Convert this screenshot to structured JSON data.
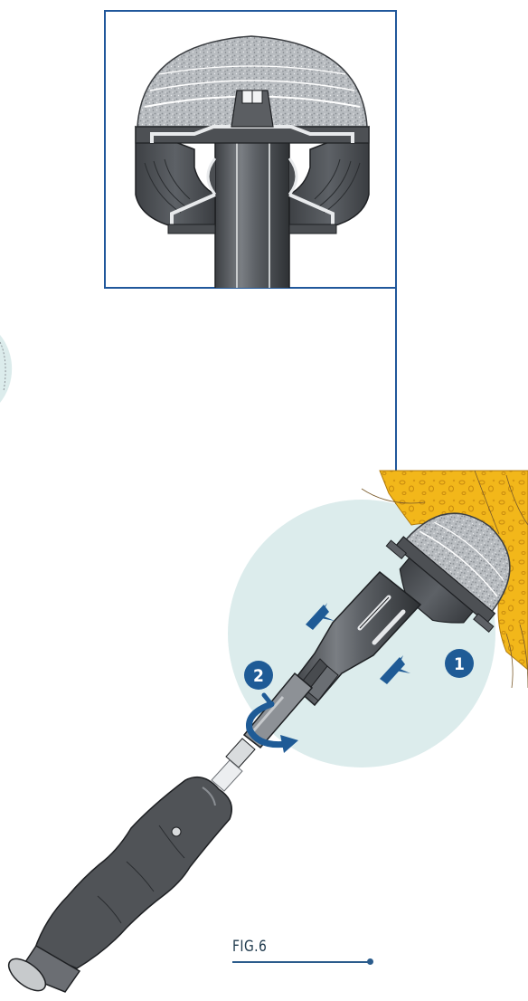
{
  "figure": {
    "label": "FIG.6"
  },
  "callouts": [
    {
      "number": "1"
    },
    {
      "number": "2"
    }
  ],
  "colors": {
    "accent_blue": "#1f5b96",
    "frame_blue": "#20579b",
    "halo": "#dcecec",
    "bone_yellow": "#f4c21b",
    "instrument_gray": "#5a5d62"
  },
  "icons": [
    "inset-frame",
    "acetabular-cup",
    "impactor-handle",
    "rotation-arrow-icon",
    "push-arrow-icon"
  ]
}
